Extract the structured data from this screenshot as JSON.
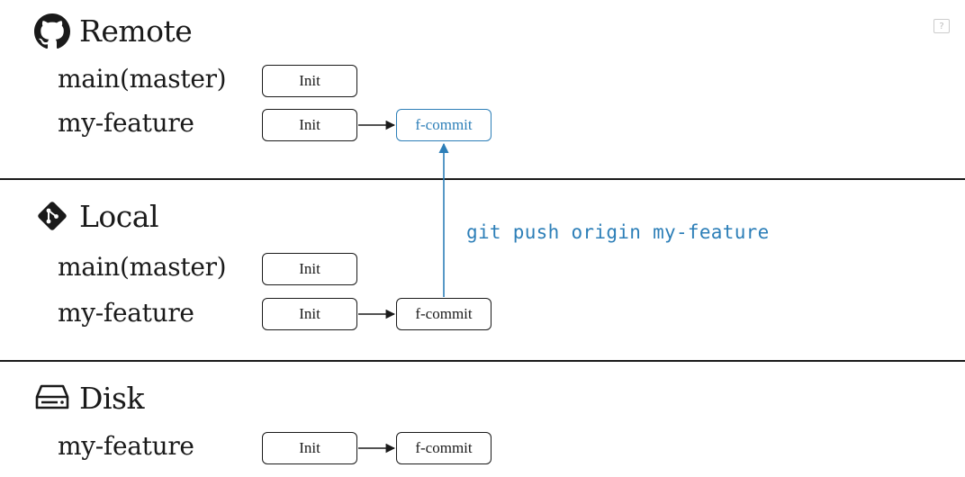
{
  "sections": {
    "remote": {
      "title": "Remote",
      "icon": "github-icon",
      "branches": [
        {
          "name": "main(master)",
          "commits": [
            "Init"
          ]
        },
        {
          "name": "my-feature",
          "commits": [
            "Init",
            "f-commit"
          ]
        }
      ]
    },
    "local": {
      "title": "Local",
      "icon": "git-icon",
      "branches": [
        {
          "name": "main(master)",
          "commits": [
            "Init"
          ]
        },
        {
          "name": "my-feature",
          "commits": [
            "Init",
            "f-commit"
          ]
        }
      ]
    },
    "disk": {
      "title": "Disk",
      "icon": "hard-drive-icon",
      "branches": [
        {
          "name": "my-feature",
          "commits": [
            "Init",
            "f-commit"
          ]
        }
      ]
    }
  },
  "command": "git push origin my-feature",
  "colors": {
    "accent": "#2d7fb8",
    "ink": "#1a1a1a"
  }
}
